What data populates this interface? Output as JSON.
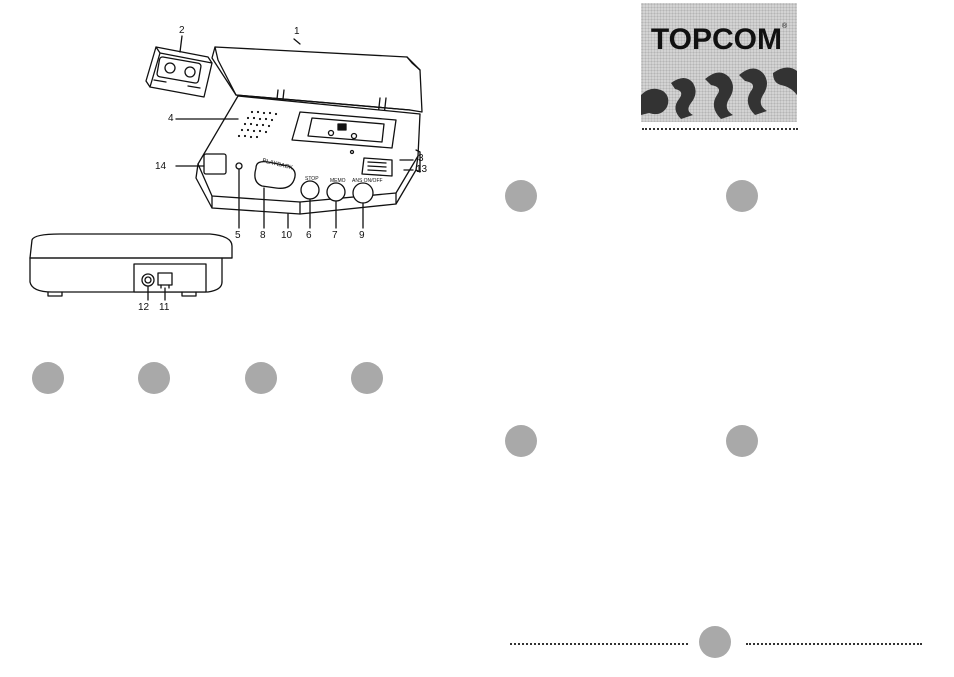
{
  "brand": {
    "name": "TOPCOM",
    "trademark": "®",
    "colors": {
      "logo_bg": "#d3d3d3",
      "circle": "#a9a9a9"
    }
  },
  "diagram": {
    "callouts": [
      "1",
      "2",
      "3",
      "4",
      "5",
      "6",
      "7",
      "8",
      "9",
      "10",
      "11",
      "12",
      "13",
      "14"
    ],
    "device_button_labels": {
      "playback": "PLAYBACK",
      "stop": "STOP",
      "memo": "MEMO",
      "ans": "ANS ON/OFF"
    }
  },
  "section_markers": {
    "count_left": 4,
    "count_right": 4,
    "page_marker_count": 1
  }
}
